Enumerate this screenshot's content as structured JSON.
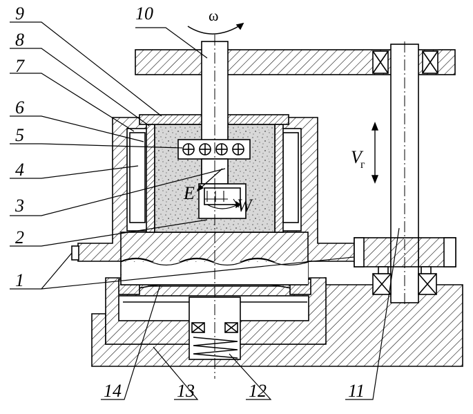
{
  "labels": {
    "l1": "1",
    "l2": "2",
    "l3": "3",
    "l4": "4",
    "l5": "5",
    "l6": "6",
    "l7": "7",
    "l8": "8",
    "l9": "9",
    "l10": "10",
    "l11": "11",
    "l12": "12",
    "l13": "13",
    "l14": "14"
  },
  "symbols": {
    "omega": "ω",
    "E": "E",
    "W": "W",
    "V": "V",
    "V_sub": "г"
  }
}
